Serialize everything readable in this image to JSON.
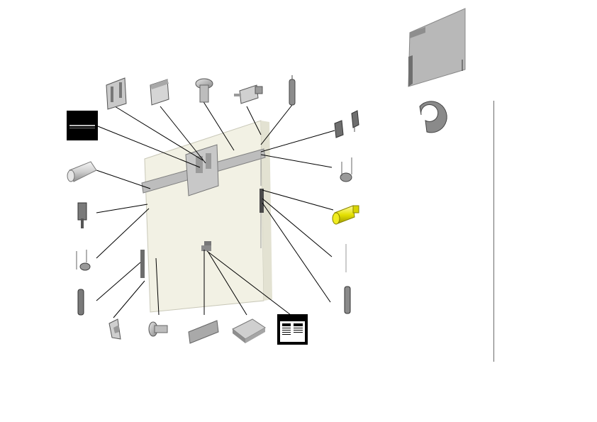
{
  "diagram": {
    "type": "exploded-parts-view",
    "line_color": "#000000",
    "panel_color": "#f2f1e4",
    "highlight_color": "#e4e000",
    "parts": [
      {
        "id": "top-bracket",
        "icon": "hinge-bracket-icon"
      },
      {
        "id": "top-clip",
        "icon": "clip-icon"
      },
      {
        "id": "top-screw",
        "icon": "screw-icon"
      },
      {
        "id": "top-connector",
        "icon": "connector-block-icon"
      },
      {
        "id": "top-spring",
        "icon": "spring-icon"
      },
      {
        "id": "dark-label",
        "icon": "label-plate-icon"
      },
      {
        "id": "tube",
        "icon": "tube-icon"
      },
      {
        "id": "left-latch",
        "icon": "latch-icon"
      },
      {
        "id": "left-torsion-spring",
        "icon": "torsion-spring-icon"
      },
      {
        "id": "left-spring",
        "icon": "spring-icon"
      },
      {
        "id": "bottom-fastener",
        "icon": "fastener-icon"
      },
      {
        "id": "bottom-screw",
        "icon": "screw-icon"
      },
      {
        "id": "bottom-pad",
        "icon": "pad-icon"
      },
      {
        "id": "bottom-plate",
        "icon": "plate-icon"
      },
      {
        "id": "instruction-label",
        "icon": "instruction-label-icon"
      },
      {
        "id": "right-clips",
        "icon": "clip-pair-icon"
      },
      {
        "id": "right-torsion-spring",
        "icon": "torsion-spring-icon"
      },
      {
        "id": "yellow-pin",
        "icon": "pin-icon"
      },
      {
        "id": "right-wire",
        "icon": "wire-icon"
      },
      {
        "id": "right-spring",
        "icon": "spring-icon"
      },
      {
        "id": "assembled-cover",
        "icon": "cover-panel-icon"
      },
      {
        "id": "c-ring",
        "icon": "c-ring-icon"
      }
    ]
  }
}
